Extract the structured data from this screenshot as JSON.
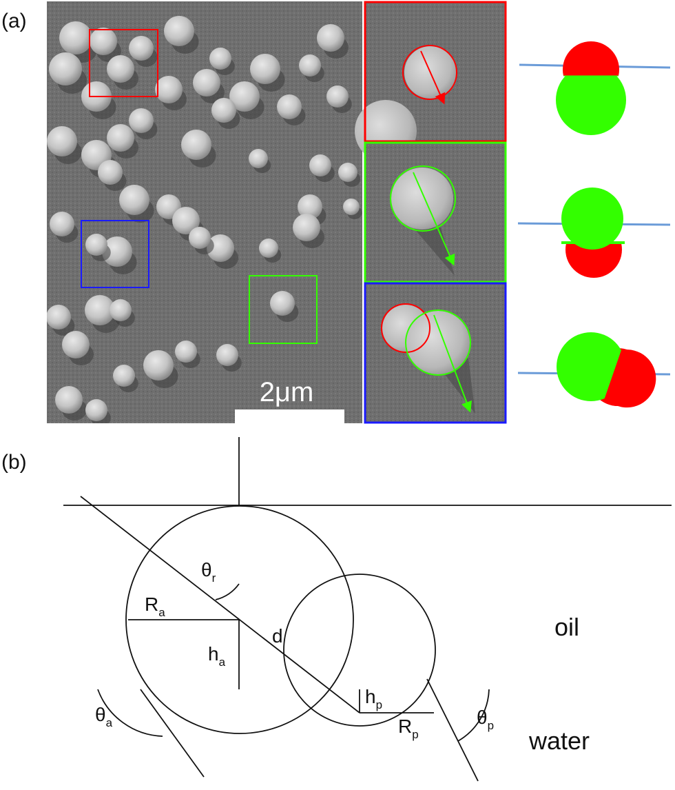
{
  "panel_a": {
    "label": "(a)",
    "scale_bar": {
      "text": "2μm"
    }
  },
  "panel_b": {
    "label": "(b)",
    "labels": {
      "theta": "θ",
      "theta_r_sub": "r",
      "theta_a_sub": "a",
      "theta_p_sub": "p",
      "R": "R",
      "R_a_sub": "a",
      "R_p_sub": "p",
      "h": "h",
      "h_a_sub": "a",
      "h_p_sub": "p",
      "d": "d",
      "oil": "oil",
      "water": "water"
    }
  },
  "colors": {
    "red": "#ff0000",
    "green": "#33ff00",
    "blue_frame": "#1a1aff",
    "interface_line": "#6a9bd8",
    "sem_background": "#6e6e6e",
    "scale_bar": "#ffffff"
  }
}
